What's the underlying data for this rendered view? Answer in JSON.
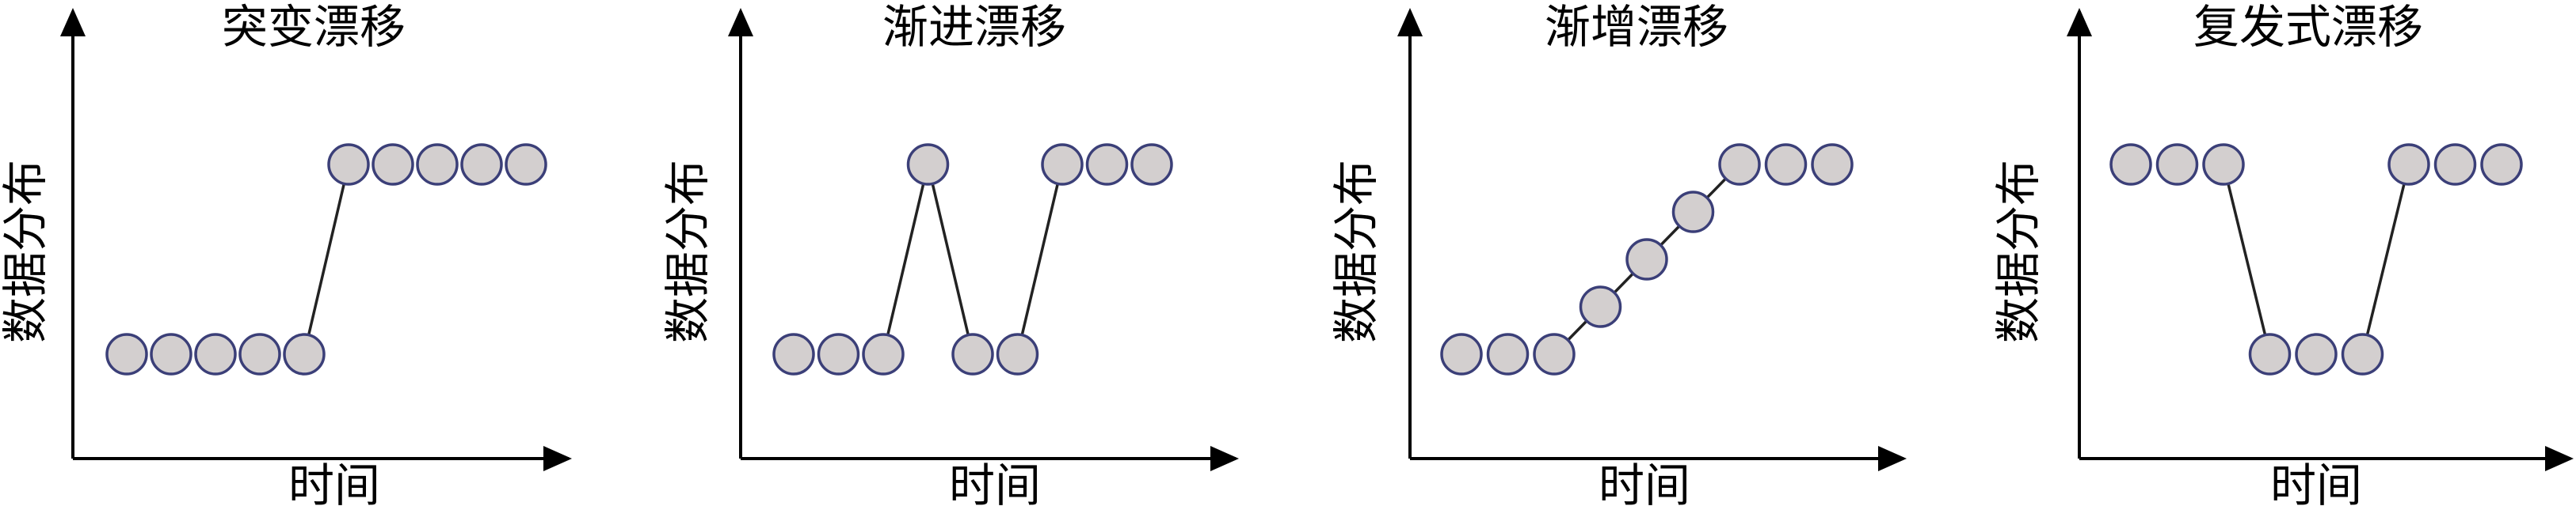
{
  "colors": {
    "node_fill": "#d3cfcf",
    "node_stroke": "#3b3f78",
    "axis": "#000000",
    "line": "#222222"
  },
  "panels": [
    {
      "title": "突变漂移",
      "x_label": "时间",
      "y_label": "数据分布",
      "points": [
        {
          "t": 0,
          "v": 0
        },
        {
          "t": 1,
          "v": 0
        },
        {
          "t": 2,
          "v": 0
        },
        {
          "t": 3,
          "v": 0
        },
        {
          "t": 4,
          "v": 0
        },
        {
          "t": 5,
          "v": 1
        },
        {
          "t": 6,
          "v": 1
        },
        {
          "t": 7,
          "v": 1
        },
        {
          "t": 8,
          "v": 1
        },
        {
          "t": 9,
          "v": 1
        }
      ]
    },
    {
      "title": "渐进漂移",
      "x_label": "时间",
      "y_label": "数据分布",
      "points": [
        {
          "t": 0,
          "v": 0
        },
        {
          "t": 1,
          "v": 0
        },
        {
          "t": 2,
          "v": 0
        },
        {
          "t": 3,
          "v": 1
        },
        {
          "t": 4,
          "v": 0
        },
        {
          "t": 5,
          "v": 0
        },
        {
          "t": 6,
          "v": 1
        },
        {
          "t": 7,
          "v": 1
        },
        {
          "t": 8,
          "v": 1
        }
      ]
    },
    {
      "title": "渐增漂移",
      "x_label": "时间",
      "y_label": "数据分布",
      "points": [
        {
          "t": 0,
          "v": 0
        },
        {
          "t": 1,
          "v": 0
        },
        {
          "t": 2,
          "v": 0
        },
        {
          "t": 3,
          "v": 0.25
        },
        {
          "t": 4,
          "v": 0.5
        },
        {
          "t": 5,
          "v": 0.75
        },
        {
          "t": 6,
          "v": 1
        },
        {
          "t": 7,
          "v": 1
        },
        {
          "t": 8,
          "v": 1
        }
      ]
    },
    {
      "title": "复发式漂移",
      "x_label": "时间",
      "y_label": "数据分布",
      "points": [
        {
          "t": 0,
          "v": 1
        },
        {
          "t": 1,
          "v": 1
        },
        {
          "t": 2,
          "v": 1
        },
        {
          "t": 3,
          "v": 0
        },
        {
          "t": 4,
          "v": 0
        },
        {
          "t": 5,
          "v": 0
        },
        {
          "t": 6,
          "v": 1
        },
        {
          "t": 7,
          "v": 1
        },
        {
          "t": 8,
          "v": 1
        }
      ]
    }
  ]
}
